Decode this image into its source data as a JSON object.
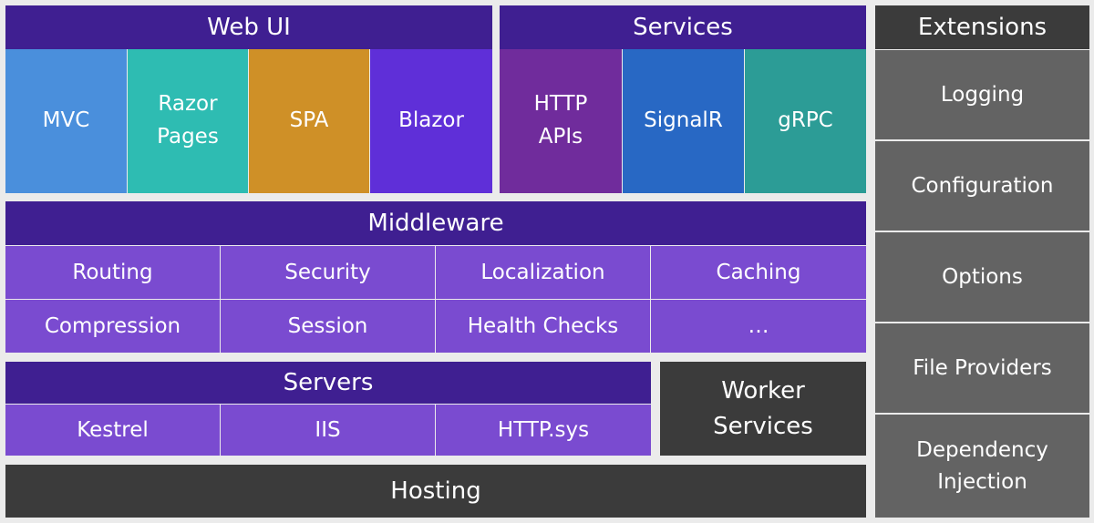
{
  "colors": {
    "header_purple": "#3f1f91",
    "middleware_purple": "#7a4bd0",
    "mvc_blue": "#4a8fdc",
    "razor_teal": "#2ebcb2",
    "spa_orange": "#cf9027",
    "blazor_purple": "#5f2fd8",
    "http_apis_purple": "#702c9c",
    "signalr_blue": "#2868c4",
    "grpc_teal": "#2c9c96",
    "dark_gray": "#3b3b3b",
    "extension_gray": "#636363"
  },
  "web_ui": {
    "title": "Web UI",
    "items": [
      "MVC",
      "Razor\nPages",
      "SPA",
      "Blazor"
    ]
  },
  "services": {
    "title": "Services",
    "items": [
      "HTTP\nAPIs",
      "SignalR",
      "gRPC"
    ]
  },
  "middleware": {
    "title": "Middleware",
    "items": [
      "Routing",
      "Security",
      "Localization",
      "Caching",
      "Compression",
      "Session",
      "Health Checks",
      "…"
    ]
  },
  "servers": {
    "title": "Servers",
    "items": [
      "Kestrel",
      "IIS",
      "HTTP.sys"
    ]
  },
  "worker_services": "Worker\nServices",
  "hosting": "Hosting",
  "extensions": {
    "title": "Extensions",
    "items": [
      "Logging",
      "Configuration",
      "Options",
      "File Providers",
      "Dependency\nInjection"
    ]
  }
}
